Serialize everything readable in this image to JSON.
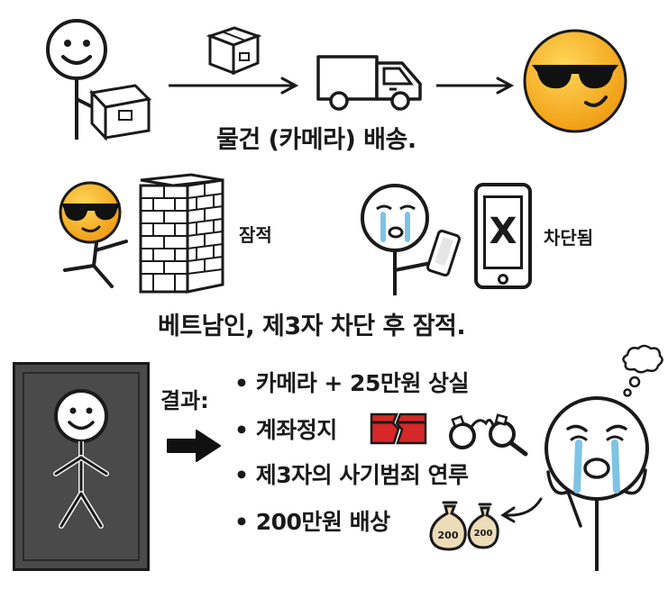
{
  "panel1": {
    "caption": "물건 (카메라) 배송."
  },
  "panel2": {
    "left_label": "잠적",
    "right_label": "차단됨",
    "phone_mark": "X",
    "caption": "베트남인, 제3자 차단 후 잠적."
  },
  "panel3": {
    "result_label": "결과:",
    "bullets": [
      {
        "marker": "•",
        "text": "카메라 + 25만원 상실"
      },
      {
        "marker": "•",
        "text": "계좌정지"
      },
      {
        "marker": "•",
        "text": "제3자의 사기범죄 연루"
      },
      {
        "marker": "•",
        "text": "200만원 배상"
      }
    ],
    "money_bag_labels": [
      "200",
      "200"
    ]
  },
  "icons": {
    "sender": "stick-figure-holding-box",
    "parcel": "box-icon",
    "van": "delivery-van-icon",
    "receiver": "sunglasses-emoji",
    "hiding": "sunglasses-emoji-behind-wall",
    "crying": "crying-stick-figure-with-phone",
    "blocked_phone": "blocked-phone-icon",
    "frame": "framed-stick-figure",
    "result_arrow": "right-arrow-icon",
    "card": "broken-card-icon",
    "handcuffs": "handcuffs-icon",
    "money": "money-bags-icon",
    "worried": "crying-worried-figure",
    "thought": "thought-bubble-icon"
  },
  "colors": {
    "ink": "#1a1a1a",
    "emoji_yellow": "#f6b21a",
    "tear_blue": "#7ec3e6",
    "card_red": "#d62828",
    "bag_tan": "#ecdcb8",
    "frame_dark": "#4a4a4a"
  }
}
